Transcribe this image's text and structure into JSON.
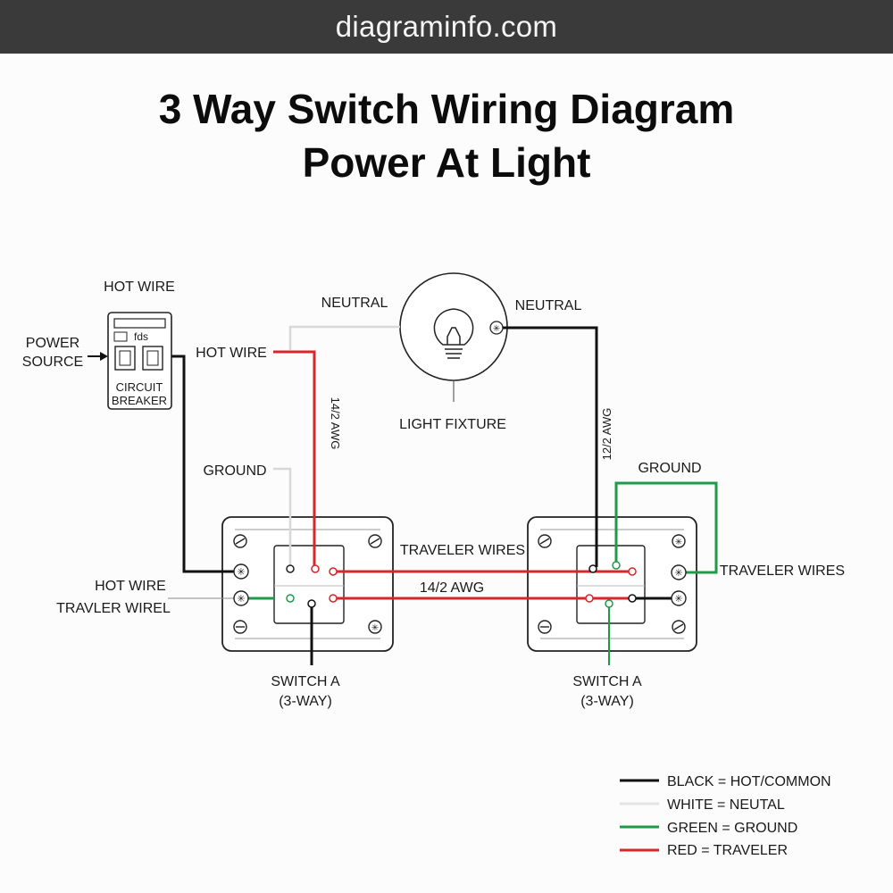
{
  "header": {
    "site": "diagraminfo.com"
  },
  "title": {
    "line1": "3 Way Switch Wiring Diagram",
    "line2": "Power At Light"
  },
  "labels": {
    "hot_wire_top": "HOT WIRE",
    "power_source_1": "POWER",
    "power_source_2": "SOURCE",
    "breaker_1": "CIRCUIT",
    "breaker_2": "BREAKER",
    "breaker_marks": "fds",
    "hot_wire_mid": "HOT WIRE",
    "neutral_left": "NEUTRAL",
    "neutral_right": "NEUTRAL",
    "light_fixture": "LIGHT FIXTURE",
    "awg_left": "14/2 AWG",
    "awg_right": "12/2 AWG",
    "ground_left": "GROUND",
    "ground_right": "GROUND",
    "traveler_wires_mid": "TRAVELER WIRES",
    "awg_mid": "14/2 AWG",
    "traveler_wires_right": "TRAVELER WIRES",
    "hot_wire_left": "HOT WIRE",
    "traveler_wire_left": "TRAVLER WIREL",
    "switch_a_left_1": "SWITCH A",
    "switch_a_left_2": "(3-WAY)",
    "switch_a_right_1": "SWITCH A",
    "switch_a_right_2": "(3-WAY)"
  },
  "legend": [
    {
      "color": "#111111",
      "text": "BLACK = HOT/COMMON"
    },
    {
      "color": "#e4e4e4",
      "text": "WHITE = NEUTAL"
    },
    {
      "color": "#1e9a4a",
      "text": "GREEN = GROUND"
    },
    {
      "color": "#d8262a",
      "text": "RED = TRAVELER"
    }
  ],
  "colors": {
    "hot": "#111111",
    "neutral": "#d6d6d6",
    "ground": "#1e9a4a",
    "traveler": "#d8262a",
    "header_bg": "#3a3a3a"
  }
}
